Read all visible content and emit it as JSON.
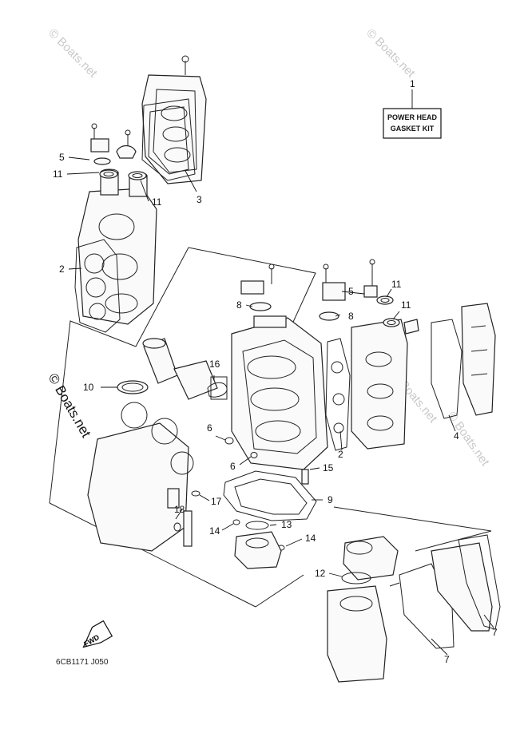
{
  "kit_label": {
    "line1": "POWER HEAD",
    "line2": "GASKET KIT"
  },
  "fwd_label": "FWD",
  "drawing_code": "6CB1171 J050",
  "watermarks": [
    "© Boats.net",
    "© Boats.net",
    "© Boats.net",
    "© Boats.net",
    "© Boats.net"
  ],
  "callouts": {
    "c1": "1",
    "c2a": "2",
    "c2b": "2",
    "c3": "3",
    "c4": "4",
    "c5a": "5",
    "c5b": "5",
    "c6a": "6",
    "c6b": "6",
    "c7a": "7",
    "c7b": "7",
    "c8a": "8",
    "c8b": "8",
    "c9": "9",
    "c10": "10",
    "c11a": "11",
    "c11b": "11",
    "c11c": "11",
    "c11d": "11",
    "c12": "12",
    "c13": "13",
    "c14a": "14",
    "c14b": "14",
    "c15": "15",
    "c16": "16",
    "c17": "17",
    "c18": "18"
  }
}
